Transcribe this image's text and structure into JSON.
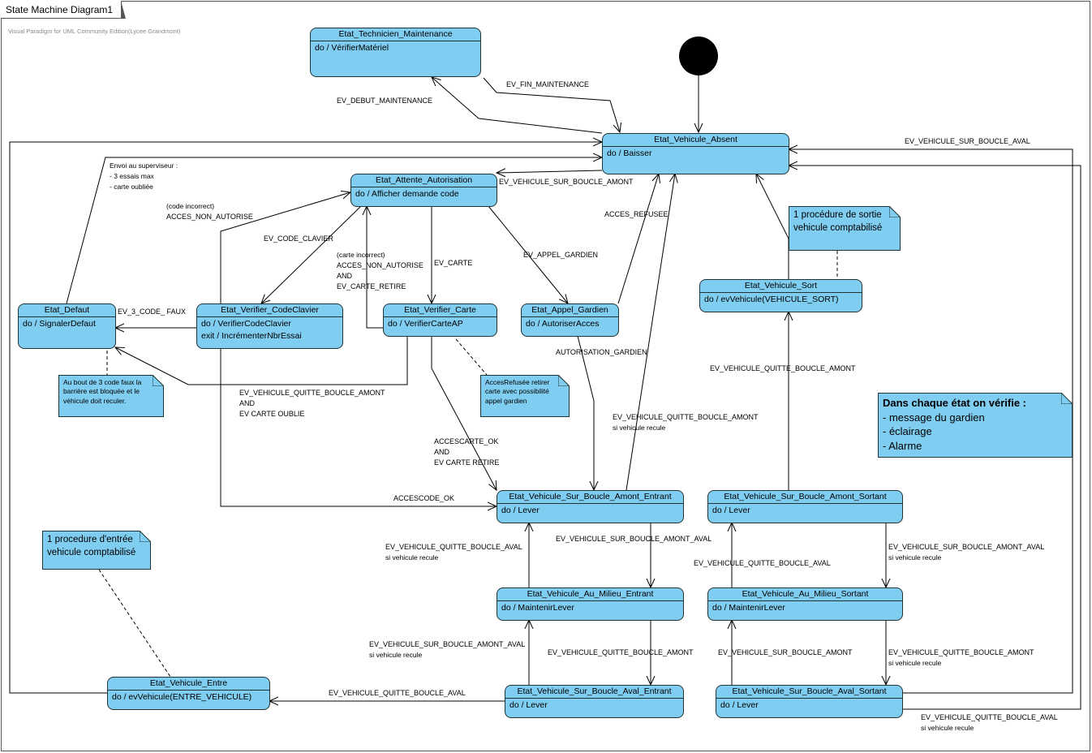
{
  "diagram": {
    "title": "State Machine Diagram1",
    "watermark": "Visual Paradigm for UML Community Edition(Lycee Grandmont)"
  },
  "states": {
    "technicien": {
      "title": "Etat_Technicien_Maintenance",
      "act": "do / VérifierMatériel"
    },
    "absent": {
      "title": "Etat_Vehicule_Absent",
      "act": "do / Baisser"
    },
    "attente": {
      "title": "Etat_Attente_Autorisation",
      "act": "do / Afficher demande code"
    },
    "defaut": {
      "title": "Etat_Defaut",
      "act": "do / SignalerDefaut"
    },
    "codeclavier": {
      "title": "Etat_Verifier_CodeClavier",
      "act1": "do / VerifierCodeClavier",
      "act2": "exit / IncrémenterNbrEssai"
    },
    "carte": {
      "title": "Etat_Verifier_Carte",
      "act": "do / VerifierCarteAP"
    },
    "gardien": {
      "title": "Etat_Appel_Gardien",
      "act": "do / AutoriserAcces"
    },
    "sort": {
      "title": "Etat_Vehicule_Sort",
      "act": "do / evVehicule(VEHICULE_SORT)"
    },
    "amont_entrant": {
      "title": "Etat_Vehicule_Sur_Boucle_Amont_Entrant",
      "act": "do / Lever"
    },
    "amont_sortant": {
      "title": "Etat_Vehicule_Sur_Boucle_Amont_Sortant",
      "act": "do / Lever"
    },
    "milieu_entrant": {
      "title": "Etat_Vehicule_Au_Milieu_Entrant",
      "act": "do / MaintenirLever"
    },
    "milieu_sortant": {
      "title": "Etat_Vehicule_Au_Milieu_Sortant",
      "act": "do / MaintenirLever"
    },
    "aval_entrant": {
      "title": "Etat_Vehicule_Sur_Boucle_Aval_Entrant",
      "act": "do / Lever"
    },
    "aval_sortant": {
      "title": "Etat_Vehicule_Sur_Boucle_Aval_Sortant",
      "act": "do / Lever"
    },
    "entre": {
      "title": "Etat_Vehicule_Entre",
      "act": "do / evVehicule(ENTRE_VEHICULE)"
    }
  },
  "notes": {
    "sortie": [
      "1 procédure de sortie",
      "vehicule comptabilisé"
    ],
    "faux": [
      "Au bout de 3 code faux la",
      "barrière est bloquée et le",
      "véhicule doit reculer."
    ],
    "refusee": [
      "AccesRefusée retirer",
      "carte avec possibilité",
      "appel gardien"
    ],
    "verifie_title": "Dans chaque état on vérifie :",
    "verifie_items": [
      "- message du gardien",
      "- éclairage",
      "- Alarme"
    ],
    "entree": [
      "1 procedure d'entrée",
      "vehicule comptabilisé"
    ]
  },
  "labels": {
    "fin_maintenance": "EV_FIN_MAINTENANCE",
    "debut_maintenance": "EV_DEBUT_MAINTENANCE",
    "boucle_aval_top": "EV_VEHICULE_SUR_BOUCLE_AVAL",
    "envoi_1": "Envoi au superviseur :",
    "envoi_2": "- 3 essais max",
    "envoi_3": "- carte oubliée",
    "boucle_amont": "EV_VEHICULE_SUR_BOUCLE_AMONT",
    "code_incorrect_1": "(code incorrect)",
    "code_incorrect_2": "ACCES_NON_AUTORISE",
    "acces_refusee": "ACCES_REFUSEE",
    "code_clavier": "EV_CODE_CLAVIER",
    "carte_incorrect_1": "(carte incorrect)",
    "carte_incorrect_2": "ACCES_NON_AUTORISE",
    "carte_incorrect_3": "AND",
    "carte_incorrect_4": "EV_CARTE_RETIRE",
    "ev_carte": "EV_CARTE",
    "appel_gardien": "EV_APPEL_GARDIEN",
    "trois_code_faux": "EV_3_CODE_ FAUX",
    "autorisation_gardien": "AUTORISATION_GARDIEN",
    "quitte_amont_sort": "EV_VEHICULE_QUITTE_BOUCLE_AMONT",
    "oublie_1": "EV_VEHICULE_QUITTE_BOUCLE_AMONT",
    "oublie_2": "AND",
    "oublie_3": "EV CARTE OUBLIE",
    "recule_amont_1": "EV_VEHICULE_QUITTE_BOUCLE_AMONT",
    "recule_amont_2": "si vehicule recule",
    "accescarte_1": "ACCESCARTE_OK",
    "accescarte_2": "AND",
    "accescarte_3": "EV CARTE RETIRE",
    "accescode": "ACCESCODE_OK",
    "quitte_aval_recule_1": "EV_VEHICULE_QUITTE_BOUCLE_AVAL",
    "quitte_aval_recule_2": "si vehicule recule",
    "sur_amont_aval_1": "EV_VEHICULE_SUR_BOUCLE_AMONT_AVAL",
    "sortant_amont_aval_1": "EV_VEHICULE_SUR_BOUCLE_AMONT_AVAL",
    "sortant_amont_aval_2": "si vehicule recule",
    "sortant_quitte_aval": "EV_VEHICULE_QUITTE_BOUCLE_AVAL",
    "milieu_amont_aval_1": "EV_VEHICULE_SUR_BOUCLE_AMONT_AVAL",
    "milieu_amont_aval_2": "si vehicule recule",
    "milieu_quitte_amont": "EV_VEHICULE_QUITTE_BOUCLE_AMONT",
    "sortant_sur_amont": "EV_VEHICULE_SUR_BOUCLE_AMONT",
    "sortant_quitte_amont_1": "EV_VEHICULE_QUITTE_BOUCLE_AMONT",
    "sortant_quitte_amont_2": "si vehicule recule",
    "entre_quitte_aval": "EV_VEHICULE_QUITTE_BOUCLE_AVAL",
    "bottom_quitte_aval_1": "EV_VEHICULE_QUITTE_BOUCLE_AVAL",
    "bottom_quitte_aval_2": "si vehicule recule"
  },
  "colors": {
    "state_fill": "#7fcdf0",
    "border": "#233",
    "line": "#000000"
  }
}
